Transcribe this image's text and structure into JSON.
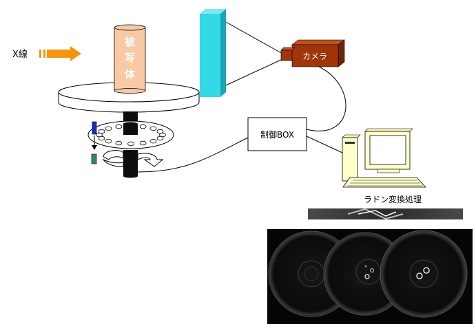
{
  "labels": {
    "xray": "X線",
    "subject": [
      "被",
      "写",
      "体"
    ],
    "camera": "カメラ",
    "control_box": "制御BOX",
    "radon": "ラドン変換処理"
  },
  "colors": {
    "xray_arrow": "#F5950F",
    "subject": "#F8C9A4",
    "detector": "#33D9E5",
    "camera": "#A0350A",
    "sensor_blue": "#1F2BC8",
    "sensor_green": "#2E8B57",
    "shaft": "#0D0D0D",
    "computer": "#FFFFCC"
  },
  "icons": {
    "xray_arrow": "arrow-right-icon",
    "computer": "desktop-computer-icon",
    "camera": "camera-icon"
  }
}
